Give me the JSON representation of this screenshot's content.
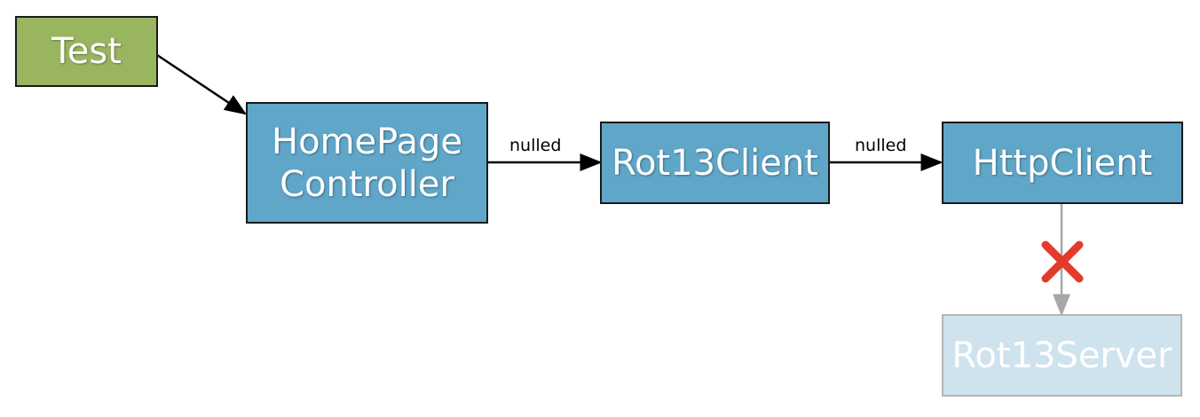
{
  "nodes": {
    "test": {
      "label": "Test"
    },
    "homepage_controller": {
      "line1": "HomePage",
      "line2": "Controller"
    },
    "rot13_client": {
      "label": "Rot13Client"
    },
    "http_client": {
      "label": "HttpClient"
    },
    "rot13_server": {
      "label": "Rot13Server"
    }
  },
  "edges": {
    "controller_to_client_label": "nulled",
    "client_to_http_label": "nulled"
  },
  "colors": {
    "test_fill": "#9ab560",
    "node_fill": "#5fa6c8",
    "disabled_node_fill": "#cfe3ee",
    "blocked_connection": "#e23b2b"
  },
  "icons": {
    "blocked": "x-icon"
  }
}
